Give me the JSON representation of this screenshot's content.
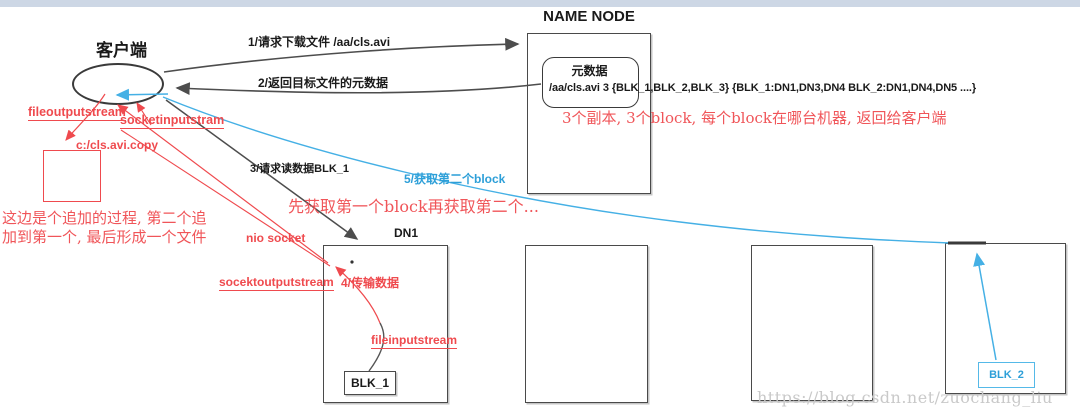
{
  "page": {
    "watermark": "https://blog.csdn.net/zuochang_liu"
  },
  "client": {
    "title": "客户端"
  },
  "namenode": {
    "title": "NAME NODE",
    "meta_box_title": "元数据",
    "meta_line": "/aa/cls.avi  3  {BLK_1,BLK_2,BLK_3}   {BLK_1:DN1,DN3,DN4   BLK_2:DN1,DN4,DN5 ....}",
    "note": "3个副本, 3个block, 每个block在哪台机器, 返回给客户端"
  },
  "arrows": {
    "step1": "1/请求下载文件 /aa/cls.avi",
    "step2": "2/返回目标文件的元数据",
    "step3": "3/请求读数据BLK_1",
    "step4": "4/传输数据",
    "step5": "5/获取第二个block"
  },
  "annotations": {
    "fileoutputstream": "fileoutputstream",
    "socketinputstram": "socketinputstram",
    "file_copy_path": "c:/cls.avi.copy",
    "append_note_line1": "这边是个追加的过程, 第二个追",
    "append_note_line2": "加到第一个, 最后形成一个文件",
    "fetch_order_note": "先获取第一个block再获取第二个...",
    "nio_socket": "nio socket",
    "socektoutputstream": "socektoutputstream",
    "fileinputstream": "fileinputstream"
  },
  "datanodes": {
    "dn1_label": "DN1",
    "blk1_label": "BLK_1",
    "blk2_label": "BLK_2"
  },
  "colors": {
    "red": "#ef4a4e",
    "blue": "#45b0e5",
    "line": "#4d4d4d",
    "topbar": "#cdd7e5",
    "watermark": "#c9c9c9"
  }
}
